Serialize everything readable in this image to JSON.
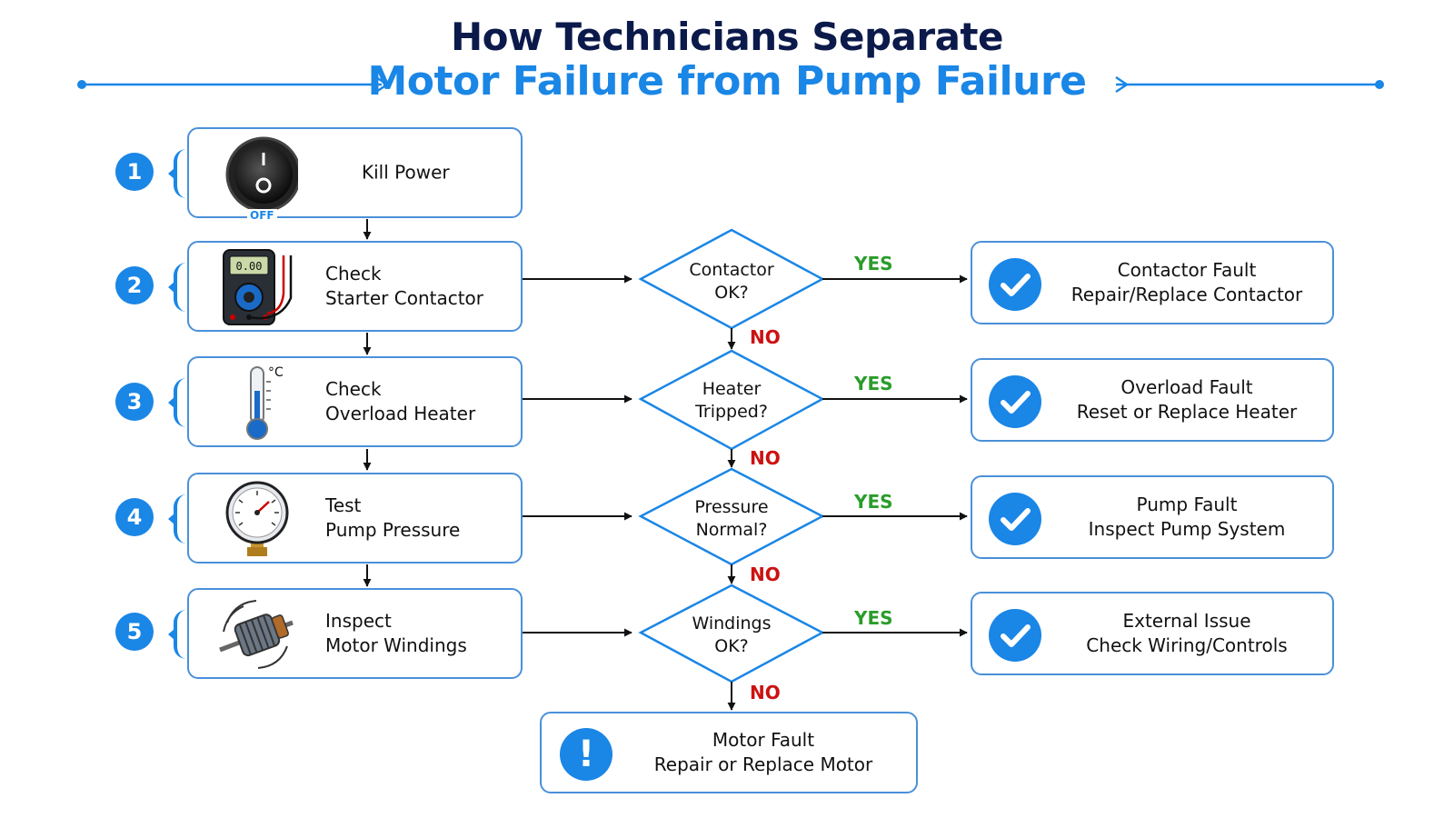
{
  "title": {
    "line1": "How Technicians Separate",
    "line2": "Motor Failure from Pump Failure"
  },
  "steps": [
    {
      "number": "1",
      "label": "Kill Power",
      "icon": "power-switch-icon",
      "icon_caption": "OFF"
    },
    {
      "number": "2",
      "label": "Check\nStarter Contactor",
      "icon": "multimeter-icon",
      "meter_reading": "0.00"
    },
    {
      "number": "3",
      "label": "Check\nOverload Heater",
      "icon": "thermometer-icon",
      "unit": "°C"
    },
    {
      "number": "4",
      "label": "Test\nPump Pressure",
      "icon": "pressure-gauge-icon"
    },
    {
      "number": "5",
      "label": "Inspect\nMotor Windings",
      "icon": "motor-armature-icon"
    }
  ],
  "decisions": [
    {
      "line1": "Contactor",
      "line2": "OK?"
    },
    {
      "line1": "Heater",
      "line2": "Tripped?"
    },
    {
      "line1": "Pressure",
      "line2": "Normal?"
    },
    {
      "line1": "Windings",
      "line2": "OK?"
    }
  ],
  "branch_labels": {
    "yes": "YES",
    "no": "NO"
  },
  "outcomes": [
    {
      "line1": "Contactor Fault",
      "line2": "Repair/Replace Contactor",
      "icon": "checkmark-icon"
    },
    {
      "line1": "Overload Fault",
      "line2": "Reset or Replace Heater",
      "icon": "checkmark-icon"
    },
    {
      "line1": "Pump Fault",
      "line2": "Inspect Pump System",
      "icon": "checkmark-icon"
    },
    {
      "line1": "External Issue",
      "line2": "Check Wiring/Controls",
      "icon": "checkmark-icon"
    }
  ],
  "final_outcome": {
    "line1": "Motor Fault",
    "line2": "Repair or Replace Motor",
    "icon": "exclamation-icon",
    "symbol": "!"
  },
  "colors": {
    "title_dark": "#0b1a4a",
    "accent_blue": "#1a86e6",
    "box_border": "#4a90d9",
    "yes_green": "#2a9d2a",
    "no_red": "#cc1111"
  }
}
